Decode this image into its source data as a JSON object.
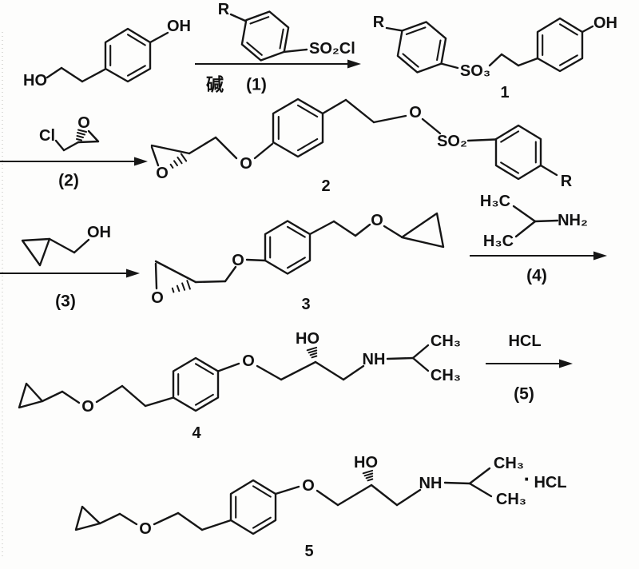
{
  "colors": {
    "ink": "#161616",
    "paper": "#fdfdfc"
  },
  "scheme": {
    "row1": {
      "tyrosol": {
        "ho": "HO",
        "oh": "OH"
      },
      "tosyl_chloride": {
        "r": "R",
        "so2cl": "SO₂Cl"
      },
      "arrow1": {
        "base_label": "碱",
        "step_label": "(1)"
      },
      "compound1": {
        "r": "R",
        "so3": "SO₃",
        "oh": "OH",
        "number": "1"
      }
    },
    "row2": {
      "epichlorohydrin": {
        "cl": "Cl",
        "o": "O"
      },
      "arrow2": {
        "step_label": "(2)"
      },
      "compound2": {
        "epoxide_o": "O",
        "aryl_o": "O",
        "chain_o": "O",
        "so2": "SO₂",
        "r": "R",
        "number": "2"
      }
    },
    "row3": {
      "cyclopropylmethanol": {
        "oh": "OH"
      },
      "arrow3": {
        "step_label": "(3)"
      },
      "compound3": {
        "epoxide_o": "O",
        "aryl_o": "O",
        "chain_o": "O",
        "number": "3"
      },
      "isopropylamine": {
        "h3c_top": "H₃C",
        "h3c_bottom": "H₃C",
        "nh2": "NH₂"
      },
      "arrow4": {
        "step_label": "(4)"
      }
    },
    "row4": {
      "compound4": {
        "chain_o": "O",
        "aryl_o": "O",
        "ho": "HO",
        "nh": "NH",
        "ch3_top": "CH₃",
        "ch3_bottom": "CH₃",
        "number": "4"
      },
      "arrow5": {
        "reagent": "HCL",
        "step_label": "(5)"
      }
    },
    "row5": {
      "compound5": {
        "chain_o": "O",
        "aryl_o": "O",
        "ho": "HO",
        "nh": "NH",
        "ch3_top": "CH₃",
        "ch3_bottom": "CH₃",
        "dot": "·",
        "hcl": "HCL",
        "number": "5"
      }
    }
  }
}
